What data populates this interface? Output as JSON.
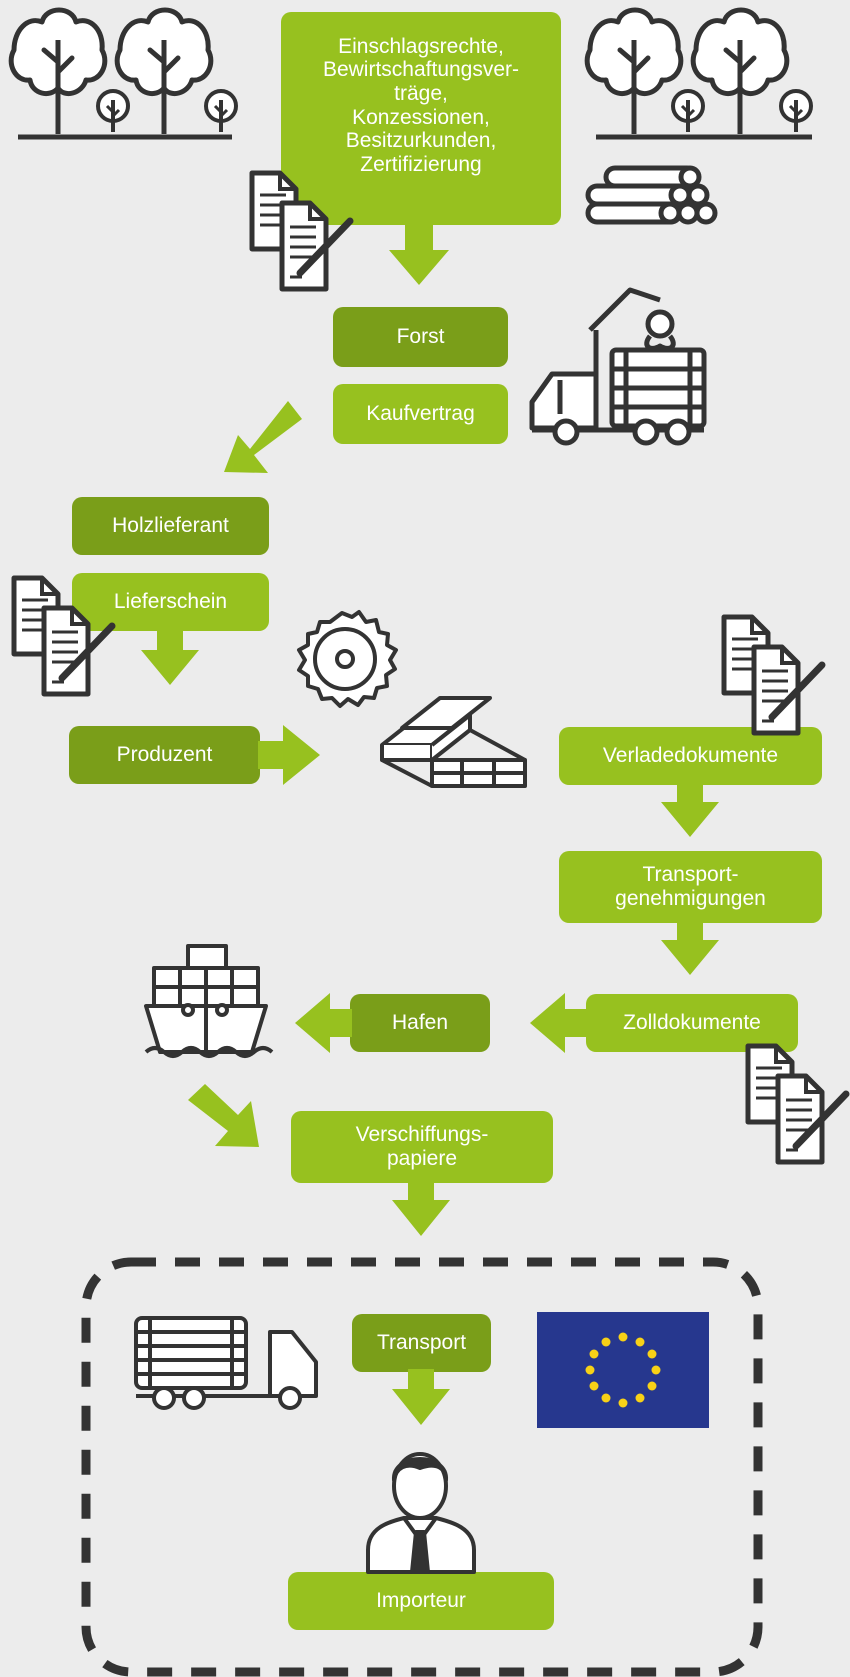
{
  "nodes": {
    "rights": "Einschlagsrechte,\nBewirtschaftungsver-\nträge,\nKonzessionen,\nBesitzurkunden,\nZertifizierung",
    "forest": "Forst",
    "purchase": "Kaufvertrag",
    "supplier": "Holzlieferant",
    "delivery_note": "Lieferschein",
    "producer": "Produzent",
    "loading_docs": "Verladedokumente",
    "transport_permits": "Transport-\ngenehmigungen",
    "customs_docs": "Zolldokumente",
    "port": "Hafen",
    "shipping_papers": "Verschiffungs-\npapiere",
    "transport": "Transport",
    "importer": "Importeur"
  },
  "colors": {
    "light_green": "#97c11f",
    "dark_green": "#7a9e19",
    "icon_stroke": "#333333",
    "eu_blue": "#26378e",
    "eu_star": "#f7d117"
  },
  "icons": [
    "trees-icon",
    "document-pen-icon",
    "log-pile-icon",
    "forestry-crane-truck-icon",
    "saw-blade-icon",
    "lumber-stack-icon",
    "cargo-ship-icon",
    "logging-truck-icon",
    "eu-flag-icon",
    "importer-person-icon"
  ]
}
